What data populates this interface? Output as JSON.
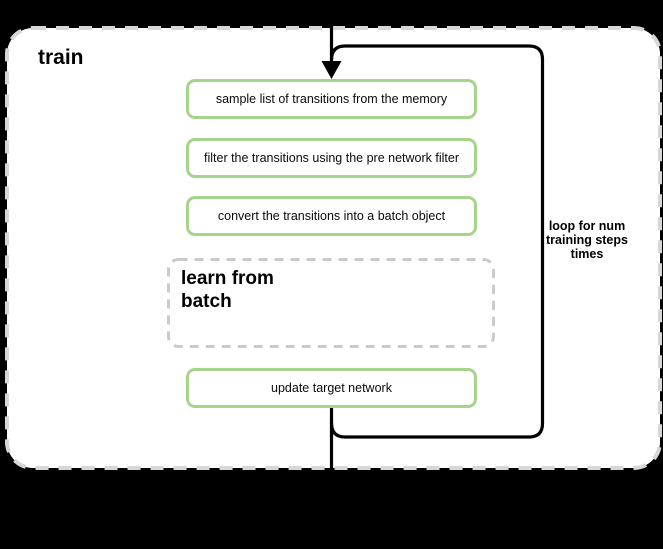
{
  "diagram": {
    "title": "train",
    "steps": [
      {
        "label": "sample list of transitions from the memory"
      },
      {
        "label": "filter the transitions using the pre network filter"
      },
      {
        "label": "convert the transitions into a batch object"
      },
      {
        "label": "update target network"
      }
    ],
    "learn_box": {
      "lines": [
        "learn from",
        "batch"
      ]
    },
    "loop_annotation": {
      "lines": [
        "loop for num",
        "training steps",
        "times"
      ]
    },
    "colors": {
      "background": "#000000",
      "container_fill": "#ffffff",
      "container_dashed_border": "#d7d7d7",
      "step_border_green": "#a6d48a",
      "step_fill": "#ffffff",
      "learn_dashed_border": "#cbcbcb",
      "connector": "#000000",
      "text": "#000000"
    }
  }
}
